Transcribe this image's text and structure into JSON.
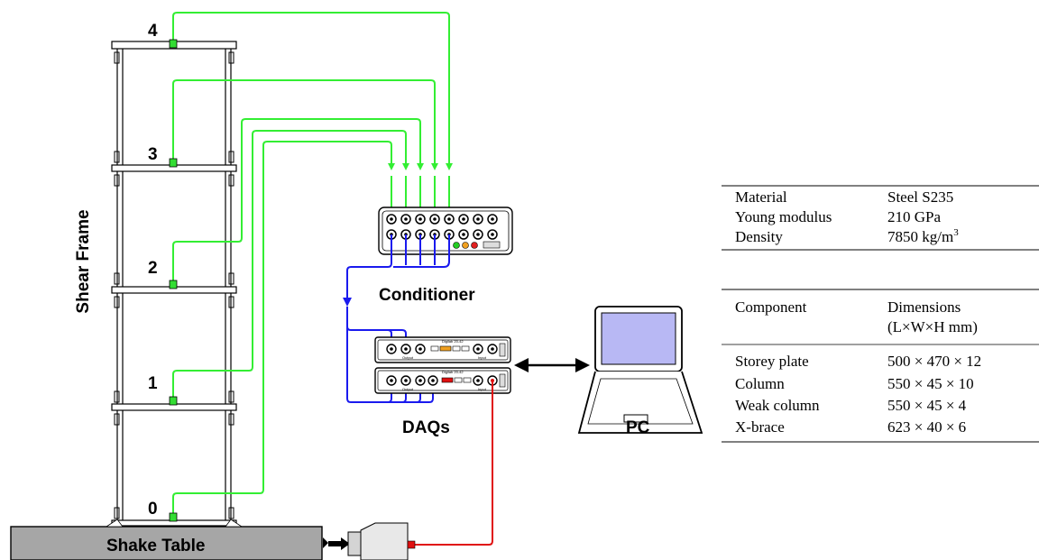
{
  "frame": {
    "label": "Shear Frame",
    "floors": [
      "0",
      "1",
      "2",
      "3",
      "4"
    ]
  },
  "labels": {
    "conditioner": "Conditioner",
    "daqs": "DAQs",
    "pc": "PC",
    "shake_table": "Shake Table"
  },
  "daq_panel": {
    "model": "Digilab 20-42",
    "output": "Output",
    "input": "Input"
  },
  "table": {
    "material": [
      {
        "name": "Material",
        "value": "Steel S235"
      },
      {
        "name": "Young modulus",
        "value": "210 GPa"
      },
      {
        "name": "Density",
        "value": "7850 kg/m",
        "sup": "3"
      }
    ],
    "component_header": {
      "name": "Component",
      "value": "Dimensions",
      "value2": "(L×W×H mm)"
    },
    "components": [
      {
        "name": "Storey plate",
        "value": "500 × 470 × 12"
      },
      {
        "name": "Column",
        "value": "550 × 45 × 10"
      },
      {
        "name": "Weak column",
        "value": "550 × 45 × 4"
      },
      {
        "name": "X-brace",
        "value": "623 × 40 × 6"
      }
    ]
  },
  "colors": {
    "accel_wire": "#33ee33",
    "daq_wire": "#1a1aee",
    "shaker_wire": "#e01010",
    "table_fill": "#a6a6a6",
    "screen": "#b8b8f4"
  }
}
